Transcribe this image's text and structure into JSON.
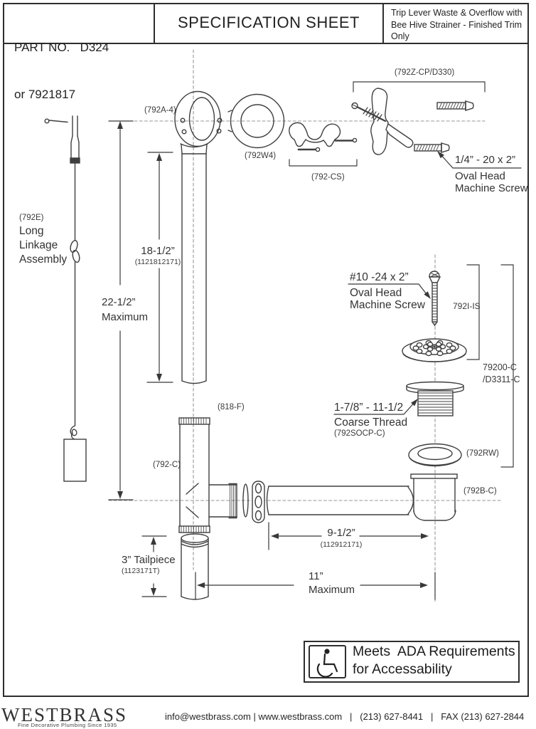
{
  "header": {
    "part_no": "PART NO.   D324",
    "part_no_alt": "or 7921817",
    "title": "SPECIFICATION SHEET",
    "description": "Trip Lever Waste & Overflow with Bee Hive Strainer - Finished Trim Only"
  },
  "diagram": {
    "parts": {
      "overflow_elbow": "(792A-4)",
      "face_plate": "(792W4)",
      "cover_strap": "(792-CS)",
      "trip_lever_kit": "(792Z-CP/D330)",
      "linkage_code": "(792E)",
      "linkage_name": "Long\nLinkage\nAssembly",
      "washer_818f": "(818-F)",
      "tee": "(792-C)",
      "strainer_screw_kit": "792I-IS",
      "strainer_kit": "79200-C\n/D3311-C",
      "shoe_code": "(792SOCP-C)",
      "rubber_washer": "(792RW)",
      "elbow": "(792B-C)"
    },
    "notes": {
      "screw_quarter_line1": "1/4” - 20 x 2”",
      "screw_quarter_line2": "Oval Head",
      "screw_quarter_line3": "Machine Screw",
      "screw_10_line1": "#10 -24 x 2”",
      "screw_10_line2": "Oval Head",
      "screw_10_line3": "Machine Screw",
      "thread_line1": "1-7/8” - 11-1/2",
      "thread_line2": "Coarse Thread"
    },
    "dimensions": {
      "d18": "18-1/2”",
      "d18_code": "(1121812171)",
      "d22": "22-1/2”\nMaximum",
      "d3": "3” Tailpiece",
      "d3_code": "(1123171T)",
      "d9": "9-1/2”",
      "d9_code": "(112912171)",
      "d11_line1": "11”",
      "d11_line2": "Maximum"
    }
  },
  "ada": {
    "line1": "Meets  ADA Requirements",
    "line2": "for Accessability"
  },
  "footer": {
    "brand": "WESTBRASS",
    "tagline": "Fine Decorative Plumbing Since 1935",
    "contact": "info@westbrass.com | www.westbrass.com   |   (213) 627-8441   |   FAX (213) 627-2844"
  }
}
